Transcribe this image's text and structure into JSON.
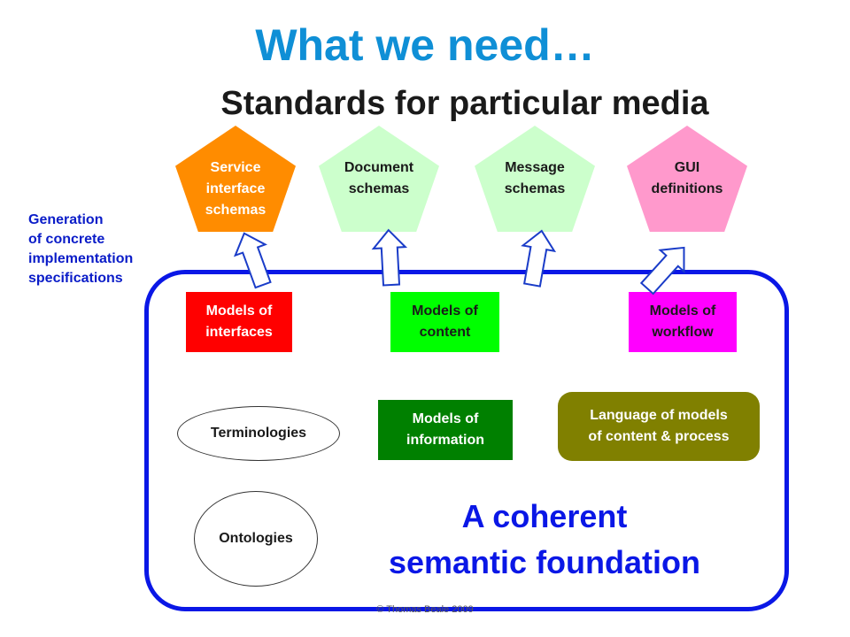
{
  "title": "What we need…",
  "subtitle": "Standards for particular media",
  "media_standards": [
    {
      "line1": "Service",
      "line2": "interface",
      "line3": "schemas",
      "color": "#ff8c00",
      "text_color": "#ffffff"
    },
    {
      "line1": "Document",
      "line2": "schemas",
      "line3": "",
      "color": "#ccffcc",
      "text_color": "#1a1a1a"
    },
    {
      "line1": "Message",
      "line2": "schemas",
      "line3": "",
      "color": "#ccffcc",
      "text_color": "#1a1a1a"
    },
    {
      "line1": "GUI",
      "line2": "definitions",
      "line3": "",
      "color": "#ff99cc",
      "text_color": "#1a1a1a"
    }
  ],
  "side_label": {
    "line1": "Generation",
    "line2": "of concrete",
    "line3": "implementation",
    "line4": "specifications"
  },
  "models": {
    "interfaces": {
      "line1": "Models of",
      "line2": "interfaces",
      "color": "#ff0000"
    },
    "content": {
      "line1": "Models of",
      "line2": "content",
      "color": "#00ff00"
    },
    "workflow": {
      "line1": "Models of",
      "line2": "workflow",
      "color": "#ff00ff"
    },
    "information": {
      "line1": "Models of",
      "line2": "information",
      "color": "#008000"
    },
    "language": {
      "line1": "Language of models",
      "line2": "of content & process",
      "color": "#808000"
    }
  },
  "terminologies": "Terminologies",
  "ontologies": "Ontologies",
  "foundation": {
    "line1": "A coherent",
    "line2": "semantic foundation"
  },
  "copyright": "© Thomas Beale 2009"
}
